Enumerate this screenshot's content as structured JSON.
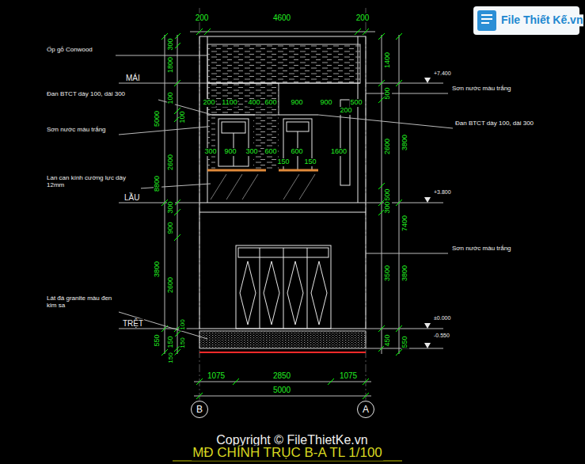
{
  "diagram": {
    "caption": "MĐ CHÍNH TRỤC B-A TL 1/100",
    "nodes": [
      {
        "text": [
          "B"
        ]
      },
      {
        "text": [
          "A"
        ]
      }
    ],
    "labels": [
      "200",
      "4600",
      "200",
      "File Thiết Kế.vn",
      "Ốp gỗ Conwood",
      "MÁI",
      "Đan BTCT dày 100, dài 300",
      "Sơn nước màu trắng",
      "Lan can kính cường lực dày 12mm",
      "LẦU",
      "Lát đá granite màu đen kim sa",
      "TRỆT",
      "300",
      "1800",
      "100",
      "100",
      "5000",
      "2600",
      "8800",
      "300",
      "900",
      "3800",
      "2600",
      "550",
      "150",
      "150",
      "100",
      "150",
      "1400",
      "500",
      "2600",
      "3800",
      "500",
      "7400",
      "300",
      "3500",
      "3800",
      "450",
      "550",
      "+7.400",
      "+3.800",
      "±0.000",
      "-0.550",
      "Sơn nước màu trắng",
      "Đan BTCT dày 100, dài 300",
      "Sơn nước màu trắng",
      "200",
      "1100",
      "400",
      "600",
      "900",
      "900",
      "500",
      "200",
      "300",
      "900",
      "300",
      "600",
      "600",
      "1600",
      "150",
      "150",
      "1075",
      "2850",
      "1075",
      "5000",
      "Copyright © FileThietKe.vn"
    ]
  }
}
